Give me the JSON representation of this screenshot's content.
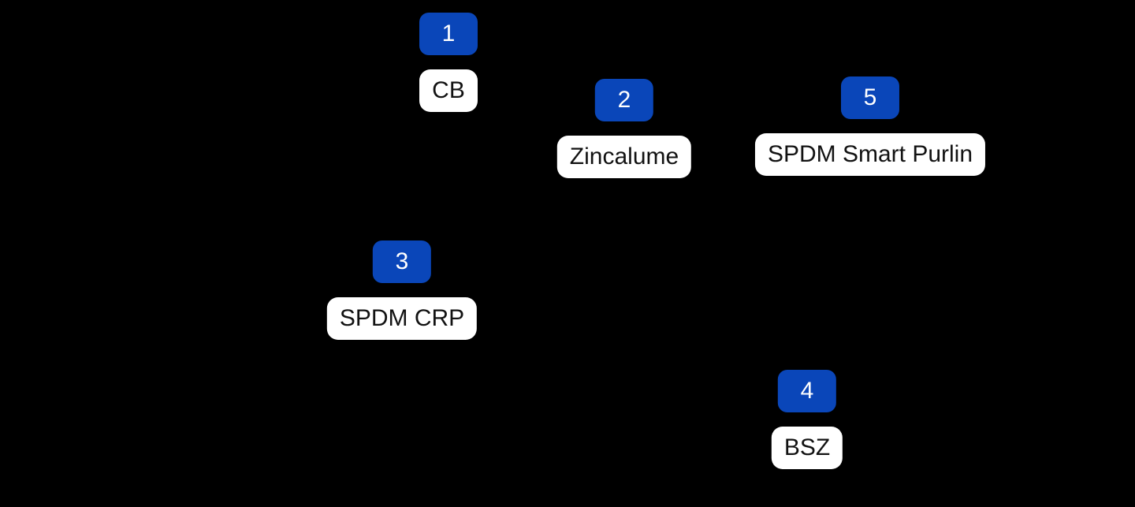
{
  "colors": {
    "canvas_bg": "#000000",
    "badge_blue": "#0A46B9",
    "badge_text": "#FFFFFF",
    "label_bg": "#FFFFFF",
    "label_text": "#121212"
  },
  "markers": [
    {
      "number": "1",
      "label": "CB"
    },
    {
      "number": "2",
      "label": "Zincalume"
    },
    {
      "number": "3",
      "label": "SPDM CRP"
    },
    {
      "number": "4",
      "label": "BSZ"
    },
    {
      "number": "5",
      "label": "SPDM Smart Purlin"
    }
  ]
}
